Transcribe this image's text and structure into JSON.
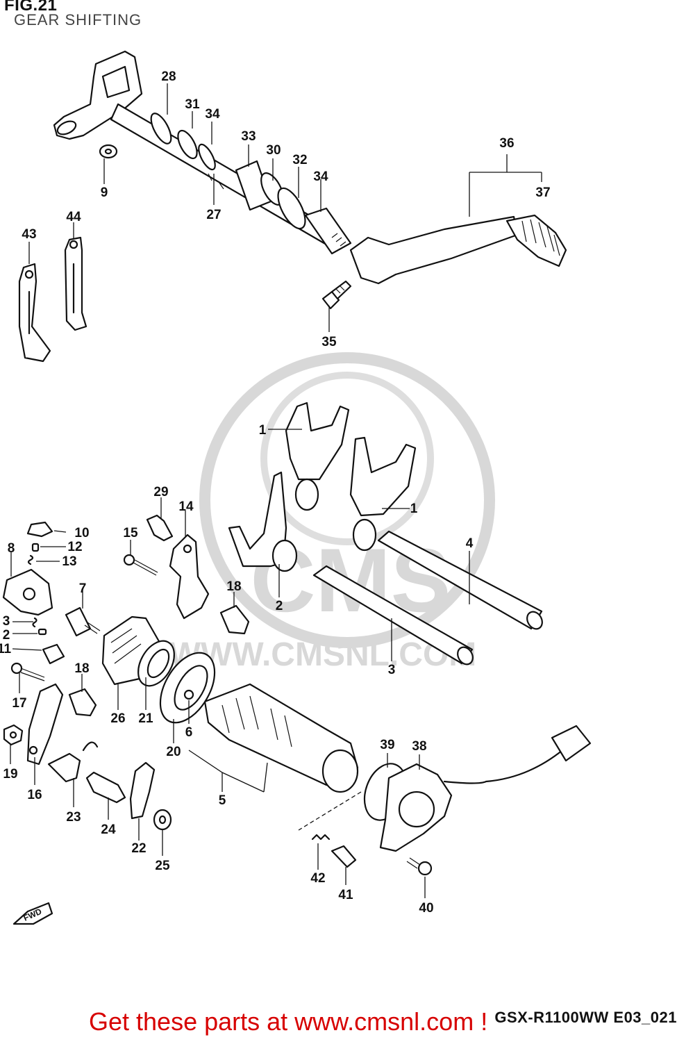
{
  "header": {
    "figure": "FIG.21",
    "title": "GEAR SHIFTING"
  },
  "footer": {
    "model_code": "GSX-R1100WW  E03_021",
    "promo": "Get these parts at www.cmsnl.com !"
  },
  "watermark": {
    "brand": "CMS",
    "url": "WWW.CMSNL.COM"
  },
  "direction_marker": "FWD",
  "callouts": [
    "1",
    "1",
    "2",
    "2",
    "3",
    "3",
    "4",
    "5",
    "6",
    "7",
    "8",
    "9",
    "10",
    "11",
    "12",
    "13",
    "14",
    "15",
    "16",
    "17",
    "18",
    "18",
    "19",
    "20",
    "21",
    "22",
    "23",
    "24",
    "25",
    "26",
    "27",
    "28",
    "29",
    "30",
    "31",
    "32",
    "33",
    "34",
    "34",
    "35",
    "36",
    "37",
    "38",
    "39",
    "40",
    "41",
    "42",
    "43",
    "44"
  ],
  "colors": {
    "line": "#111111",
    "watermark": "#d8d8d8",
    "promo": "#d70000"
  }
}
